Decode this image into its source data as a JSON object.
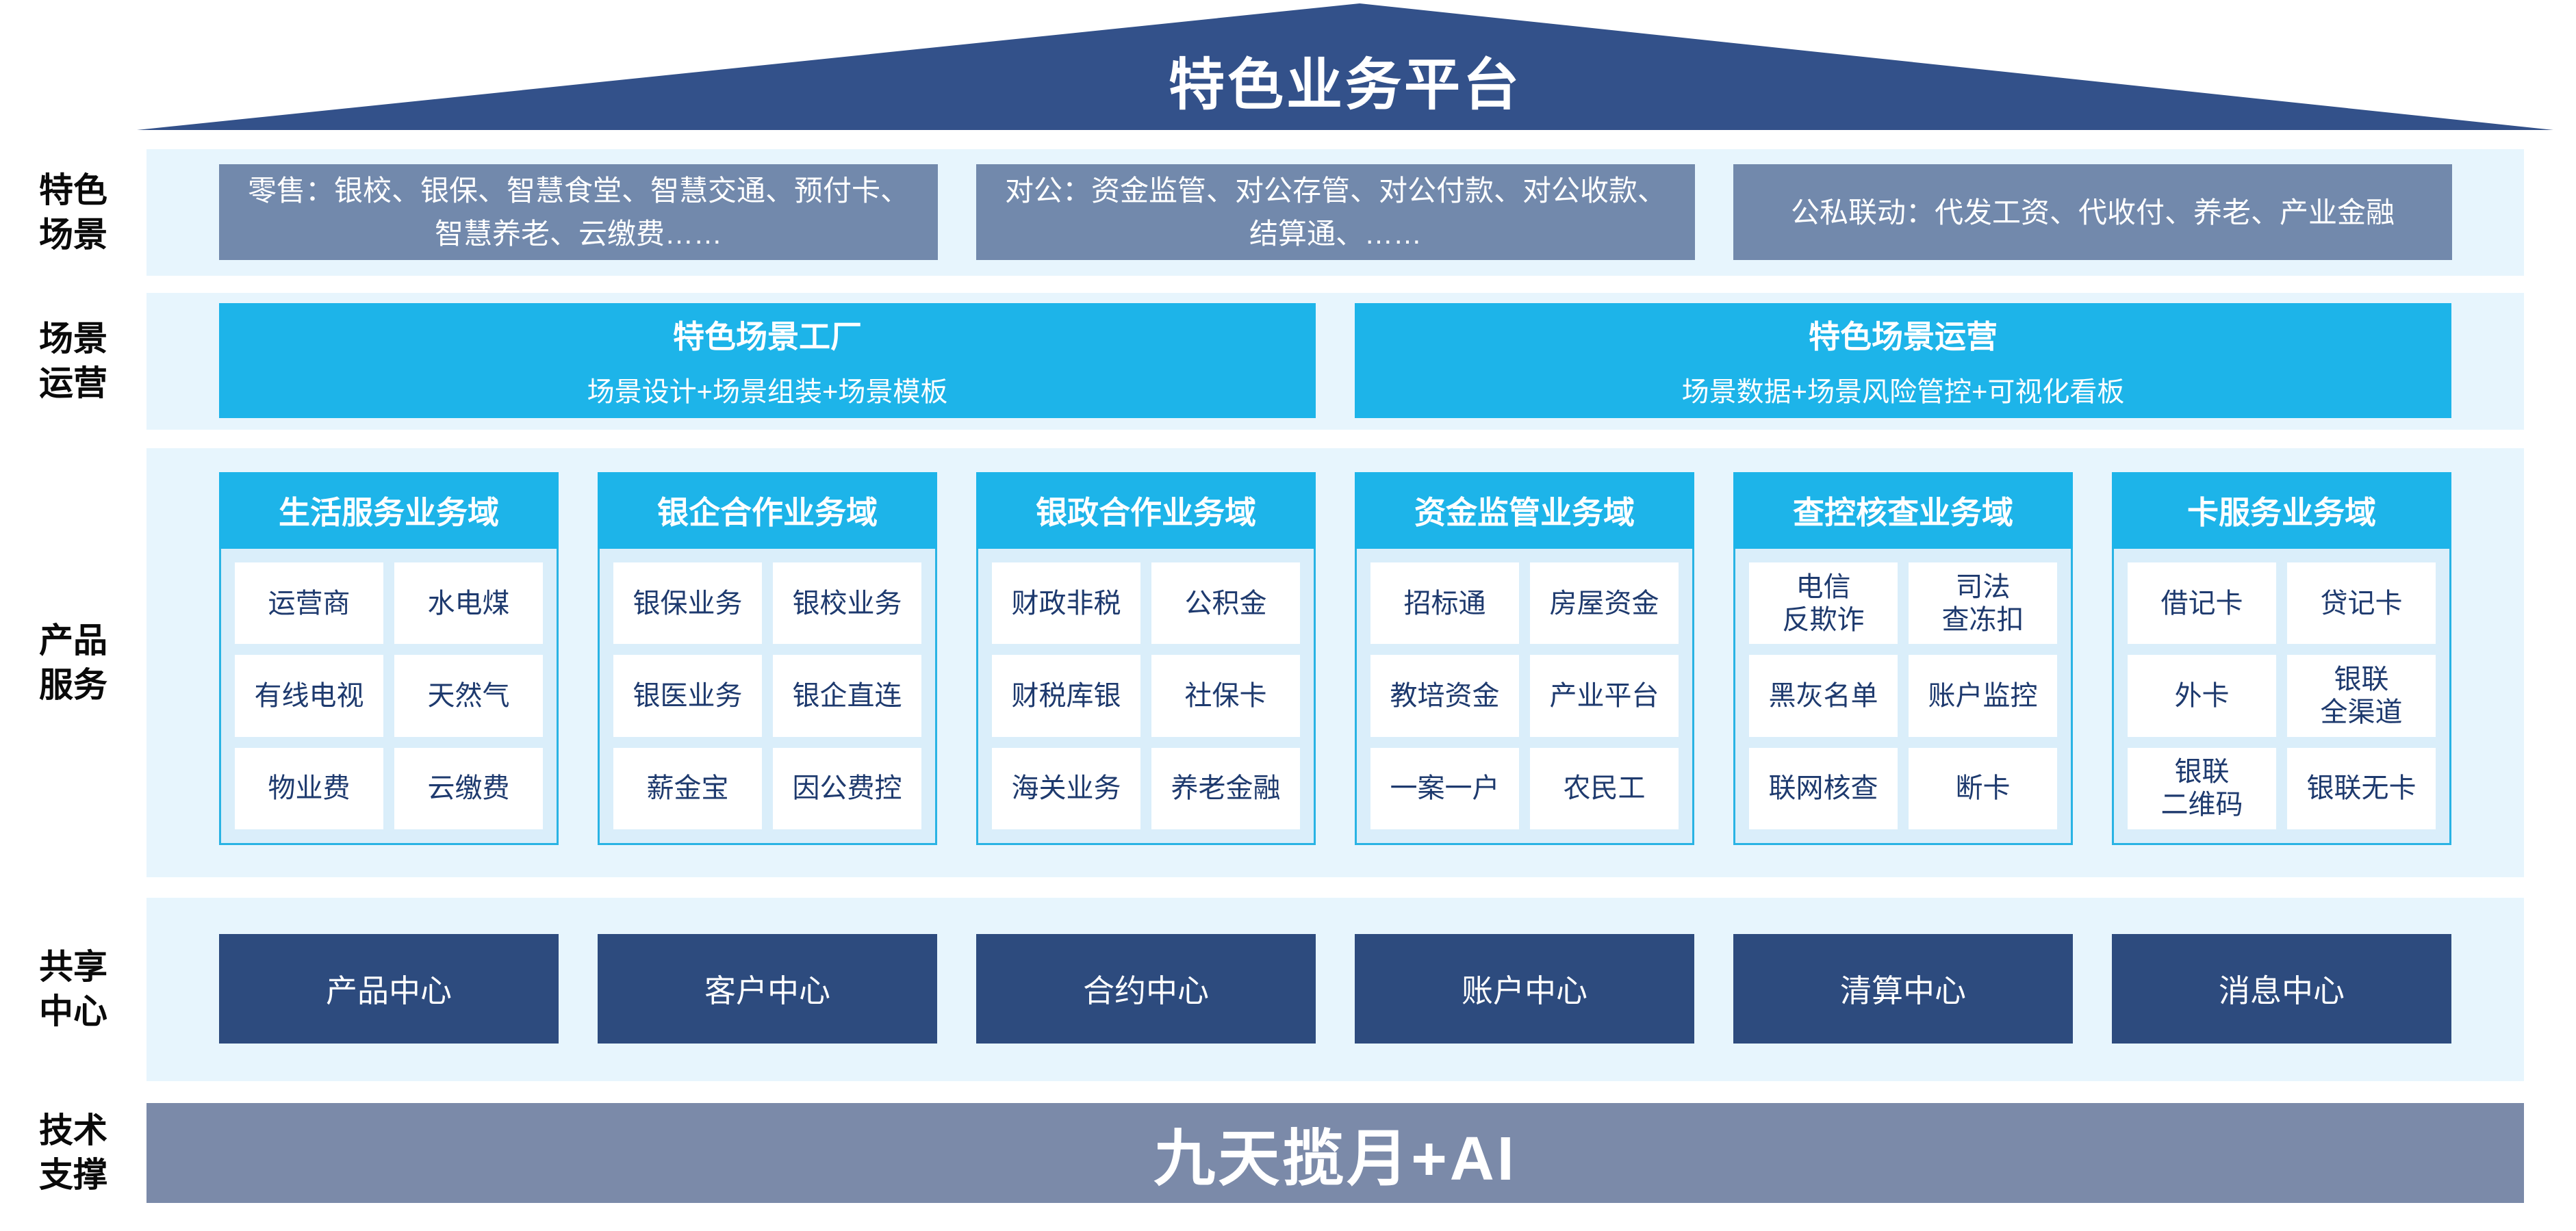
{
  "platform": {
    "title": "特色业务平台"
  },
  "side_labels": [
    "特色\n场景",
    "场景\n运营",
    "产品\n服务",
    "共享\n中心",
    "技术\n支撑"
  ],
  "scene_row": {
    "boxes": [
      "零售：银校、银保、智慧食堂、智慧交通、预付卡、智慧养老、云缴费……",
      "对公：资金监管、对公存管、对公付款、对公收款、结算通、……",
      "公私联动：代发工资、代收付、养老、产业金融"
    ]
  },
  "operation_row": {
    "boxes": [
      {
        "title": "特色场景工厂",
        "subtitle": "场景设计+场景组装+场景模板"
      },
      {
        "title": "特色场景运营",
        "subtitle": "场景数据+场景风险管控+可视化看板"
      }
    ]
  },
  "product_row": {
    "domains": [
      {
        "title": "生活服务业务域",
        "items": [
          "运营商",
          "水电煤",
          "有线电视",
          "天然气",
          "物业费",
          "云缴费"
        ]
      },
      {
        "title": "银企合作业务域",
        "items": [
          "银保业务",
          "银校业务",
          "银医业务",
          "银企直连",
          "薪金宝",
          "因公费控"
        ]
      },
      {
        "title": "银政合作业务域",
        "items": [
          "财政非税",
          "公积金",
          "财税库银",
          "社保卡",
          "海关业务",
          "养老金融"
        ]
      },
      {
        "title": "资金监管业务域",
        "items": [
          "招标通",
          "房屋资金",
          "教培资金",
          "产业平台",
          "一案一户",
          "农民工"
        ]
      },
      {
        "title": "查控核查业务域",
        "items": [
          "电信\n反欺诈",
          "司法\n查冻扣",
          "黑灰名单",
          "账户监控",
          "联网核查",
          "断卡"
        ]
      },
      {
        "title": "卡服务业务域",
        "items": [
          "借记卡",
          "贷记卡",
          "外卡",
          "银联\n全渠道",
          "银联\n二维码",
          "银联无卡"
        ]
      }
    ]
  },
  "shared_row": {
    "boxes": [
      "产品中心",
      "客户中心",
      "合约中心",
      "账户中心",
      "清算中心",
      "消息中心"
    ]
  },
  "tech_row": {
    "label": "九天揽月+AI"
  },
  "colors": {
    "roof_navy": "#33518a",
    "band_bg": "#e7f5fd",
    "scene_box_blue": "#7289ac",
    "accent_cyan": "#1db4e9",
    "card_body_bg": "#daeefa",
    "cell_text_navy": "#1e3a6e",
    "center_box_navy": "#2d4b7e",
    "tech_banner_slate": "#7b8aa9"
  }
}
